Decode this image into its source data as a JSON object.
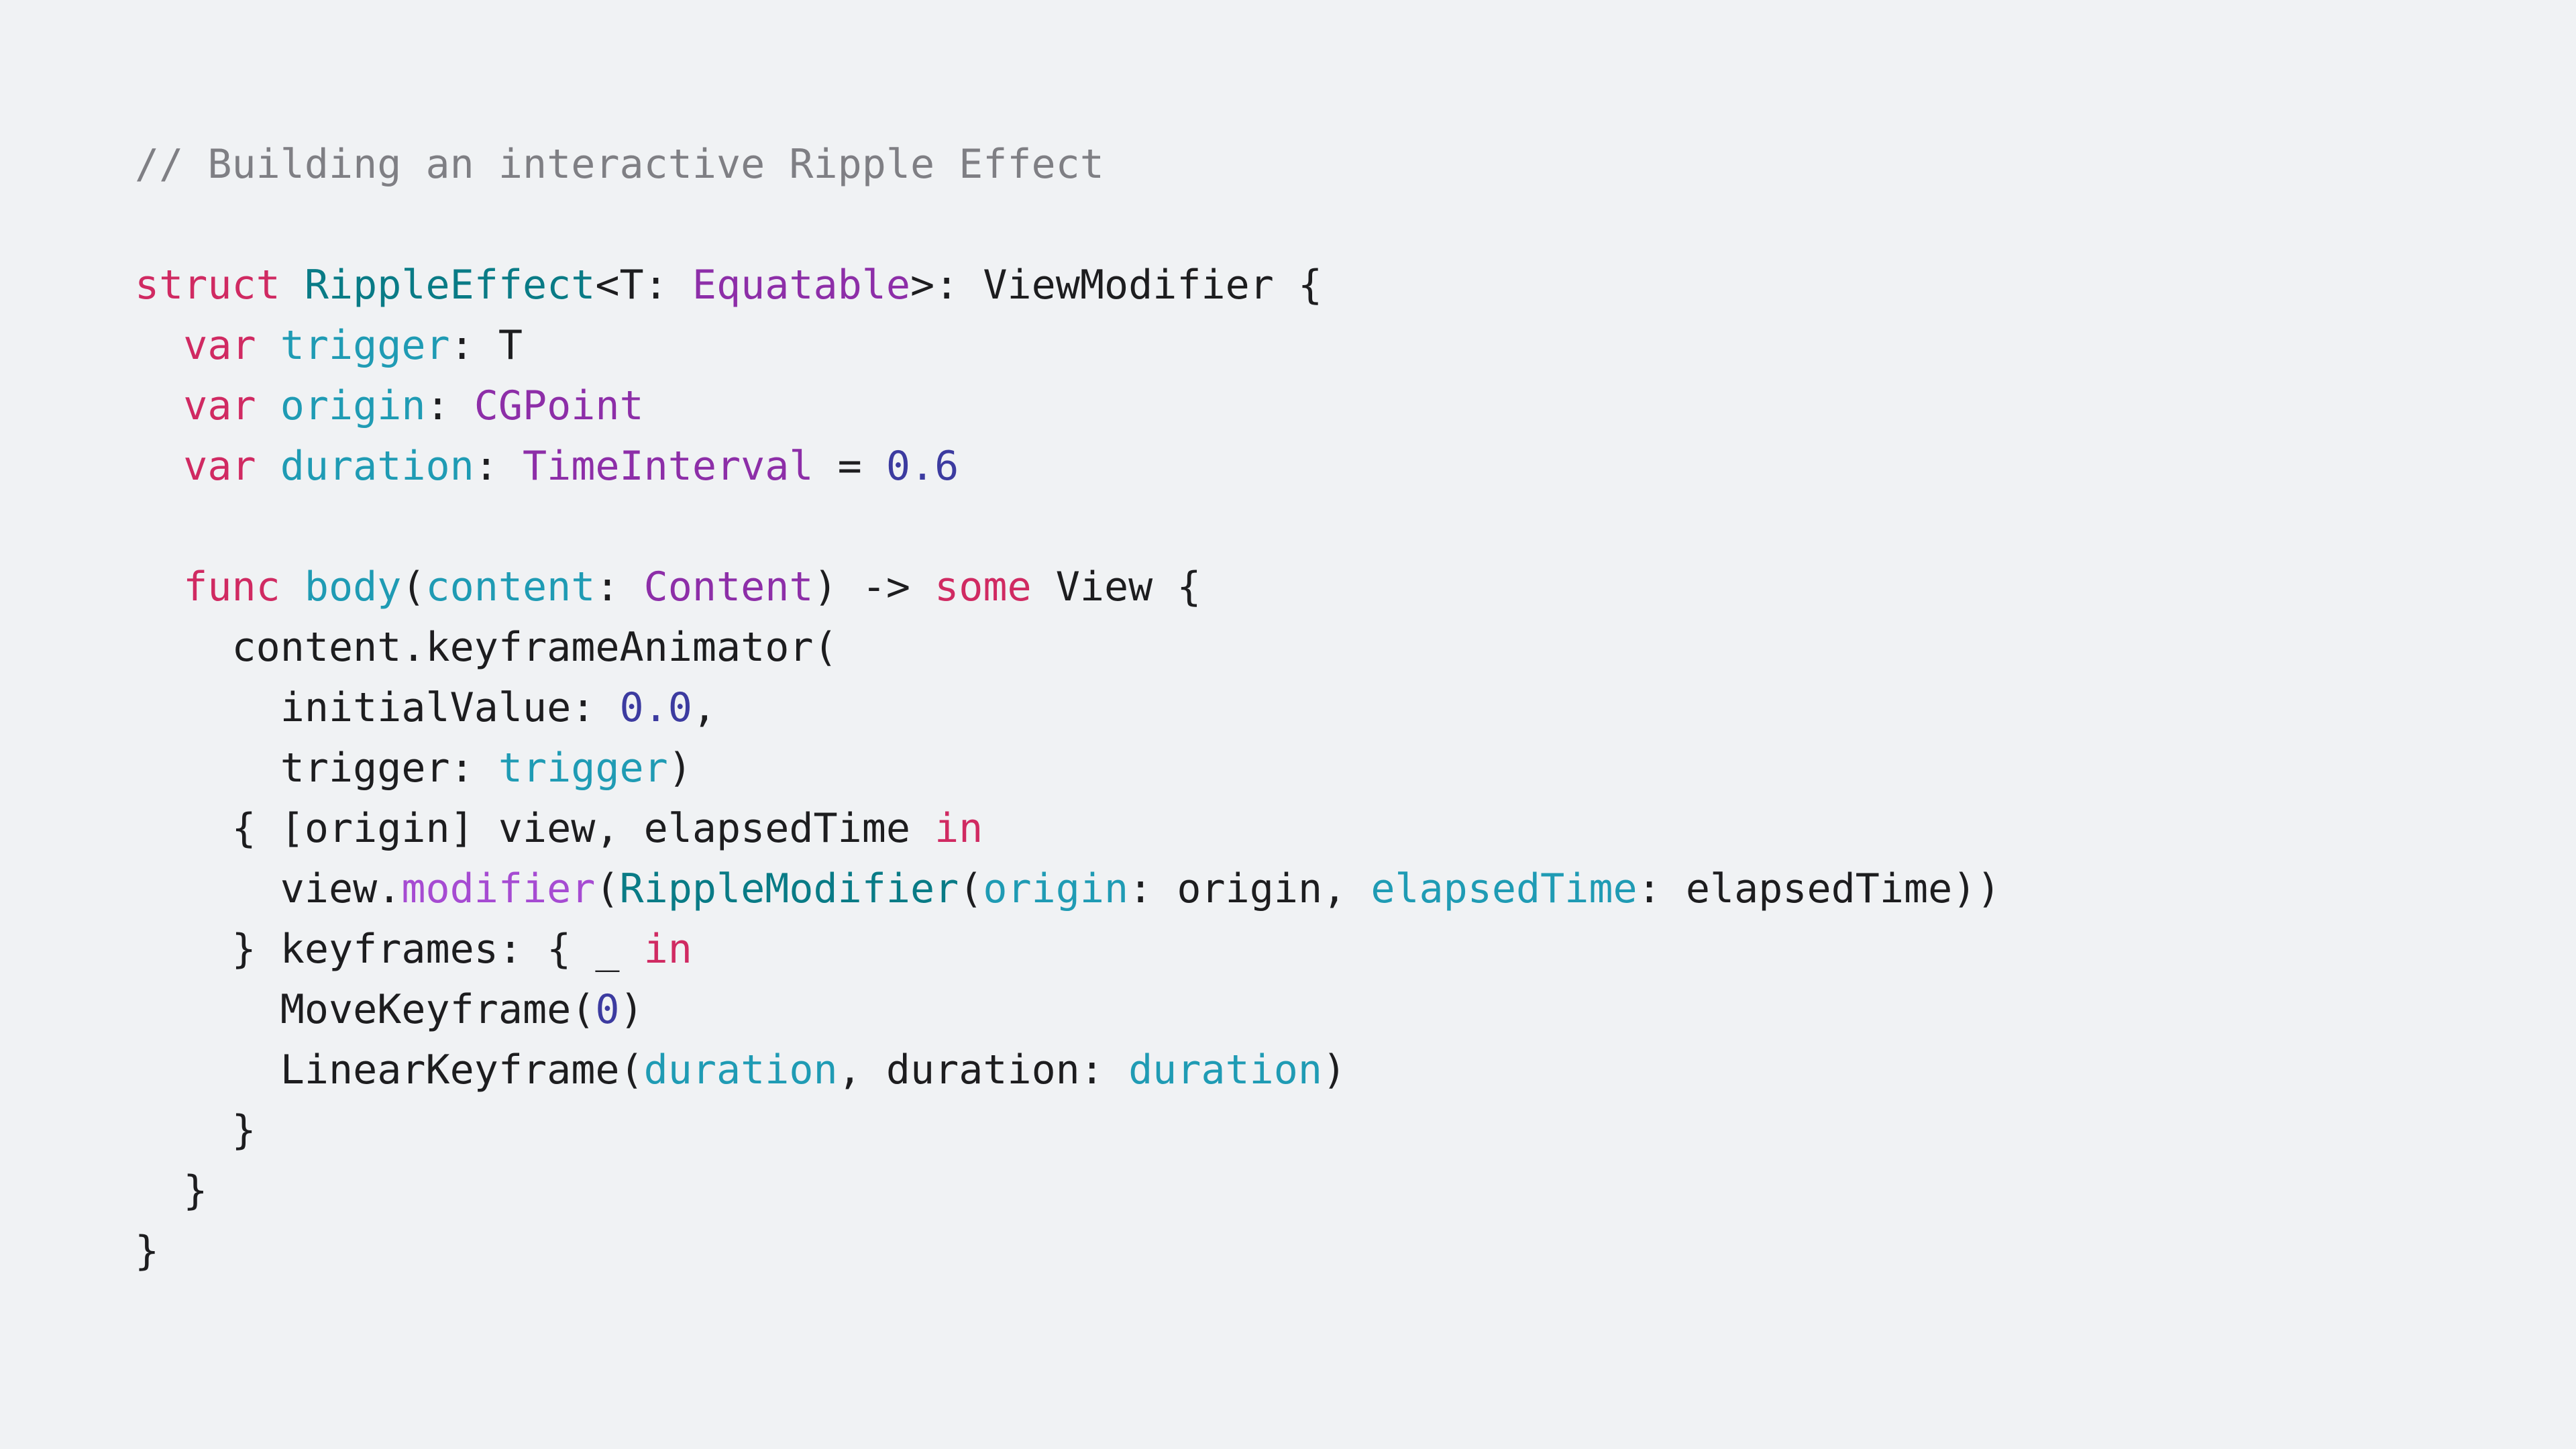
{
  "colors": {
    "background": "#f0f2f4",
    "comment": "#7f7f84",
    "keyword": "#d02a62",
    "declaration": "#097b86",
    "type": "#8d2ea8",
    "property": "#1f9bb4",
    "number": "#3c3ba0",
    "method": "#a64bd2",
    "plain": "#1d1d1f"
  },
  "code": {
    "lines": [
      [
        [
          "comment",
          "// Building an interactive Ripple Effect"
        ]
      ],
      [],
      [
        [
          "keyword",
          "struct"
        ],
        [
          "plain",
          " "
        ],
        [
          "decl",
          "RippleEffect"
        ],
        [
          "plain",
          "<T: "
        ],
        [
          "type",
          "Equatable"
        ],
        [
          "plain",
          ">: ViewModifier {"
        ]
      ],
      [
        [
          "plain",
          "  "
        ],
        [
          "keyword",
          "var"
        ],
        [
          "plain",
          " "
        ],
        [
          "prop",
          "trigger"
        ],
        [
          "plain",
          ": T"
        ]
      ],
      [
        [
          "plain",
          "  "
        ],
        [
          "keyword",
          "var"
        ],
        [
          "plain",
          " "
        ],
        [
          "prop",
          "origin"
        ],
        [
          "plain",
          ": "
        ],
        [
          "type",
          "CGPoint"
        ]
      ],
      [
        [
          "plain",
          "  "
        ],
        [
          "keyword",
          "var"
        ],
        [
          "plain",
          " "
        ],
        [
          "prop",
          "duration"
        ],
        [
          "plain",
          ": "
        ],
        [
          "type",
          "TimeInterval"
        ],
        [
          "plain",
          " = "
        ],
        [
          "number",
          "0.6"
        ]
      ],
      [],
      [
        [
          "plain",
          "  "
        ],
        [
          "keyword",
          "func"
        ],
        [
          "plain",
          " "
        ],
        [
          "prop",
          "body"
        ],
        [
          "plain",
          "("
        ],
        [
          "prop",
          "content"
        ],
        [
          "plain",
          ": "
        ],
        [
          "type",
          "Content"
        ],
        [
          "plain",
          ") -> "
        ],
        [
          "keyword",
          "some"
        ],
        [
          "plain",
          " View {"
        ]
      ],
      [
        [
          "plain",
          "    content.keyframeAnimator("
        ]
      ],
      [
        [
          "plain",
          "      initialValue: "
        ],
        [
          "number",
          "0.0"
        ],
        [
          "plain",
          ","
        ]
      ],
      [
        [
          "plain",
          "      trigger: "
        ],
        [
          "prop",
          "trigger"
        ],
        [
          "plain",
          ")"
        ]
      ],
      [
        [
          "plain",
          "    { [origin] view, elapsedTime "
        ],
        [
          "keyword",
          "in"
        ]
      ],
      [
        [
          "plain",
          "      view."
        ],
        [
          "method",
          "modifier"
        ],
        [
          "plain",
          "("
        ],
        [
          "decl",
          "RippleModifier"
        ],
        [
          "plain",
          "("
        ],
        [
          "prop",
          "origin"
        ],
        [
          "plain",
          ": origin, "
        ],
        [
          "prop",
          "elapsedTime"
        ],
        [
          "plain",
          ": elapsedTime))"
        ]
      ],
      [
        [
          "plain",
          "    } keyframes: { _ "
        ],
        [
          "keyword",
          "in"
        ]
      ],
      [
        [
          "plain",
          "      MoveKeyframe("
        ],
        [
          "number",
          "0"
        ],
        [
          "plain",
          ")"
        ]
      ],
      [
        [
          "plain",
          "      LinearKeyframe("
        ],
        [
          "prop",
          "duration"
        ],
        [
          "plain",
          ", duration: "
        ],
        [
          "prop",
          "duration"
        ],
        [
          "plain",
          ")"
        ]
      ],
      [
        [
          "plain",
          "    }"
        ]
      ],
      [
        [
          "plain",
          "  }"
        ]
      ],
      [
        [
          "plain",
          "}"
        ]
      ]
    ]
  }
}
